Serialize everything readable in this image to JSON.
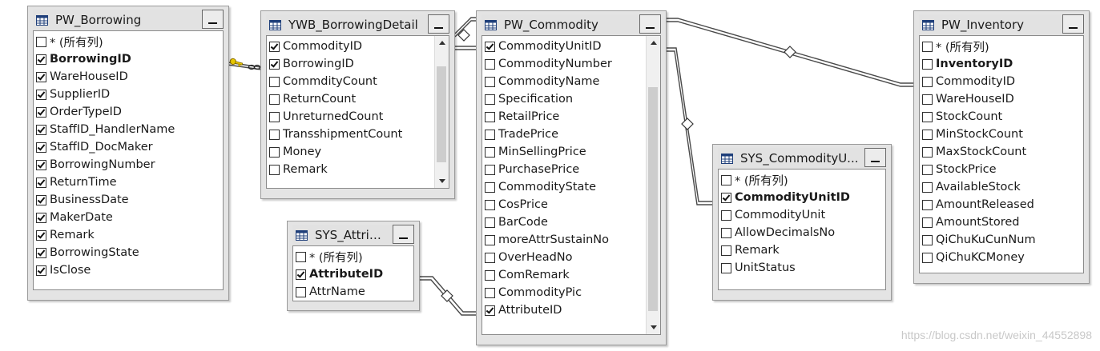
{
  "tables": [
    {
      "id": "pw-borrowing",
      "title": "PW_Borrowing",
      "scrollbar": false,
      "columns": [
        {
          "label": "* (所有列)",
          "checked": false,
          "pk": false
        },
        {
          "label": "BorrowingID",
          "checked": true,
          "pk": true
        },
        {
          "label": "WareHouseID",
          "checked": true,
          "pk": false
        },
        {
          "label": "SupplierID",
          "checked": true,
          "pk": false
        },
        {
          "label": "OrderTypeID",
          "checked": true,
          "pk": false
        },
        {
          "label": "StaffID_HandlerName",
          "checked": true,
          "pk": false
        },
        {
          "label": "StaffID_DocMaker",
          "checked": true,
          "pk": false
        },
        {
          "label": "BorrowingNumber",
          "checked": true,
          "pk": false
        },
        {
          "label": "ReturnTime",
          "checked": true,
          "pk": false
        },
        {
          "label": "BusinessDate",
          "checked": true,
          "pk": false
        },
        {
          "label": "MakerDate",
          "checked": true,
          "pk": false
        },
        {
          "label": "Remark",
          "checked": true,
          "pk": false
        },
        {
          "label": "BorrowingState",
          "checked": true,
          "pk": false
        },
        {
          "label": "IsClose",
          "checked": true,
          "pk": false
        }
      ]
    },
    {
      "id": "ywb-borrowingdetail",
      "title": "YWB_BorrowingDetail",
      "scrollbar": true,
      "columns": [
        {
          "label": "CommodityID",
          "checked": true,
          "pk": false
        },
        {
          "label": "BorrowingID",
          "checked": true,
          "pk": false
        },
        {
          "label": "CommdityCount",
          "checked": false,
          "pk": false
        },
        {
          "label": "ReturnCount",
          "checked": false,
          "pk": false
        },
        {
          "label": "UnreturnedCount",
          "checked": false,
          "pk": false
        },
        {
          "label": "TransshipmentCount",
          "checked": false,
          "pk": false
        },
        {
          "label": "Money",
          "checked": false,
          "pk": false
        },
        {
          "label": "Remark",
          "checked": false,
          "pk": false
        }
      ]
    },
    {
      "id": "pw-commodity",
      "title": "PW_Commodity",
      "scrollbar": true,
      "columns": [
        {
          "label": "CommodityUnitID",
          "checked": true,
          "pk": false
        },
        {
          "label": "CommodityNumber",
          "checked": false,
          "pk": false
        },
        {
          "label": "CommodityName",
          "checked": false,
          "pk": false
        },
        {
          "label": "Specification",
          "checked": false,
          "pk": false
        },
        {
          "label": "RetailPrice",
          "checked": false,
          "pk": false
        },
        {
          "label": "TradePrice",
          "checked": false,
          "pk": false
        },
        {
          "label": "MinSellingPrice",
          "checked": false,
          "pk": false
        },
        {
          "label": "PurchasePrice",
          "checked": false,
          "pk": false
        },
        {
          "label": "CommodityState",
          "checked": false,
          "pk": false
        },
        {
          "label": "CosPrice",
          "checked": false,
          "pk": false
        },
        {
          "label": "BarCode",
          "checked": false,
          "pk": false
        },
        {
          "label": "moreAttrSustainNo",
          "checked": false,
          "pk": false
        },
        {
          "label": "OverHeadNo",
          "checked": false,
          "pk": false
        },
        {
          "label": "ComRemark",
          "checked": false,
          "pk": false
        },
        {
          "label": "CommodityPic",
          "checked": false,
          "pk": false
        },
        {
          "label": "AttributeID",
          "checked": true,
          "pk": false
        }
      ]
    },
    {
      "id": "sys-attrib",
      "title": "SYS_Attrib...",
      "scrollbar": false,
      "columns": [
        {
          "label": "* (所有列)",
          "checked": false,
          "pk": false
        },
        {
          "label": "AttributeID",
          "checked": true,
          "pk": true
        },
        {
          "label": "AttrName",
          "checked": false,
          "pk": false
        }
      ]
    },
    {
      "id": "sys-commodityunit",
      "title": "SYS_CommodityU...",
      "scrollbar": false,
      "columns": [
        {
          "label": "* (所有列)",
          "checked": false,
          "pk": false
        },
        {
          "label": "CommodityUnitID",
          "checked": true,
          "pk": true
        },
        {
          "label": "CommodityUnit",
          "checked": false,
          "pk": false
        },
        {
          "label": "AllowDecimalsNo",
          "checked": false,
          "pk": false
        },
        {
          "label": "Remark",
          "checked": false,
          "pk": false
        },
        {
          "label": "UnitStatus",
          "checked": false,
          "pk": false
        }
      ]
    },
    {
      "id": "pw-inventory",
      "title": "PW_Inventory",
      "scrollbar": false,
      "columns": [
        {
          "label": "* (所有列)",
          "checked": false,
          "pk": false
        },
        {
          "label": "InventoryID",
          "checked": false,
          "pk": true
        },
        {
          "label": "CommodityID",
          "checked": false,
          "pk": false
        },
        {
          "label": "WareHouseID",
          "checked": false,
          "pk": false
        },
        {
          "label": "StockCount",
          "checked": false,
          "pk": false
        },
        {
          "label": "MinStockCount",
          "checked": false,
          "pk": false
        },
        {
          "label": "MaxStockCount",
          "checked": false,
          "pk": false
        },
        {
          "label": "StockPrice",
          "checked": false,
          "pk": false
        },
        {
          "label": "AvailableStock",
          "checked": false,
          "pk": false
        },
        {
          "label": "AmountReleased",
          "checked": false,
          "pk": false
        },
        {
          "label": "AmountStored",
          "checked": false,
          "pk": false
        },
        {
          "label": "QiChuKuCunNum",
          "checked": false,
          "pk": false
        },
        {
          "label": "QiChuKCMoney",
          "checked": false,
          "pk": false
        }
      ]
    }
  ],
  "icons": {
    "table": "table-grid-icon",
    "minimize": "minimize-icon",
    "key": "key-icon",
    "relation_end": "diamond-icon"
  },
  "colors": {
    "window_frame": "#e4e4e4",
    "connector": "#4a4a4a",
    "key": "#c9a400"
  },
  "watermark": "https://blog.csdn.net/weixin_44552898"
}
